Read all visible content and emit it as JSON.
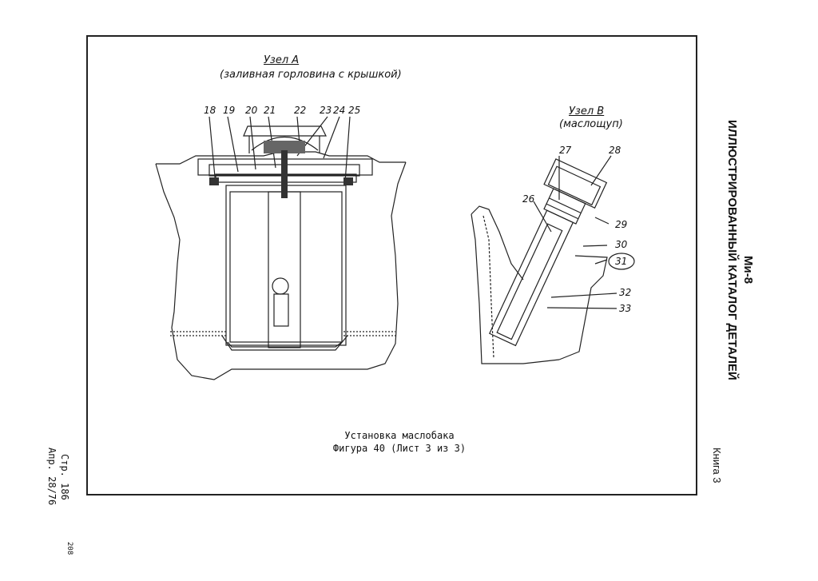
{
  "node_a": {
    "title": "Узел А",
    "subtitle": "(заливная горловина с крышкой)"
  },
  "node_b": {
    "title": "Узел В",
    "subtitle": "(маслощуп)"
  },
  "callouts_a": [
    "18",
    "19",
    "20",
    "21",
    "22",
    "23",
    "24",
    "25"
  ],
  "callouts_b": [
    "27",
    "28",
    "26",
    "29",
    "30",
    "31",
    "32",
    "33"
  ],
  "caption": {
    "line1": "Установка маслобака",
    "line2": "Фигура 40 (Лист 3 из 3)"
  },
  "header": {
    "aircraft": "Ми-8",
    "catalog": "ИЛЛЮСТРИРОВАННЫЙ КАТАЛОГ ДЕТАЛЕЙ",
    "book": "Книга 3"
  },
  "page_info": {
    "page": "Стр. 186",
    "date": "Апр. 28/76",
    "sheet_number": "208"
  }
}
